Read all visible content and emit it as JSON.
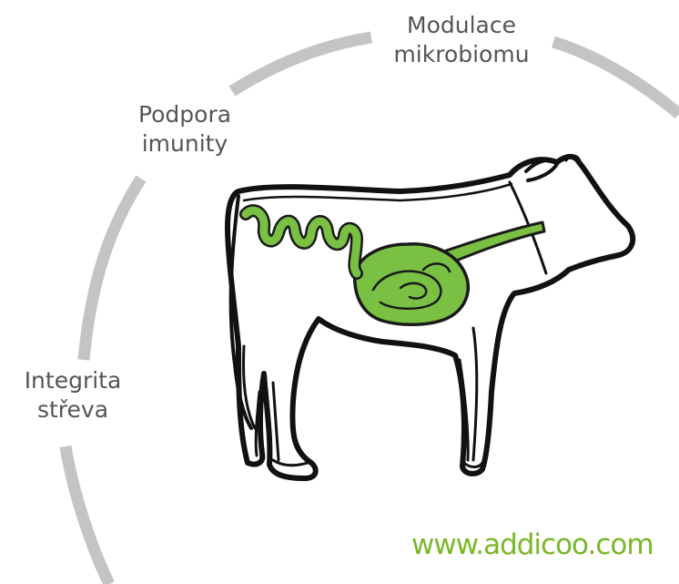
{
  "colors": {
    "ring": "#c4c4c4",
    "label_text": "#555555",
    "accent_green": "#7ab828",
    "gut_fill": "#79c043",
    "outline": "#111111"
  },
  "labels": {
    "top": {
      "line1": "Modulace",
      "line2": "mikrobiomu"
    },
    "left_upper": {
      "line1": "Podpora",
      "line2": "imunity"
    },
    "left_lower": {
      "line1": "Integrita",
      "line2": "střeva"
    }
  },
  "website": "www.addicoo.com",
  "illustration": {
    "subject_icon": "calf-outline-icon",
    "organs_icon": "digestive-tract-icon"
  }
}
